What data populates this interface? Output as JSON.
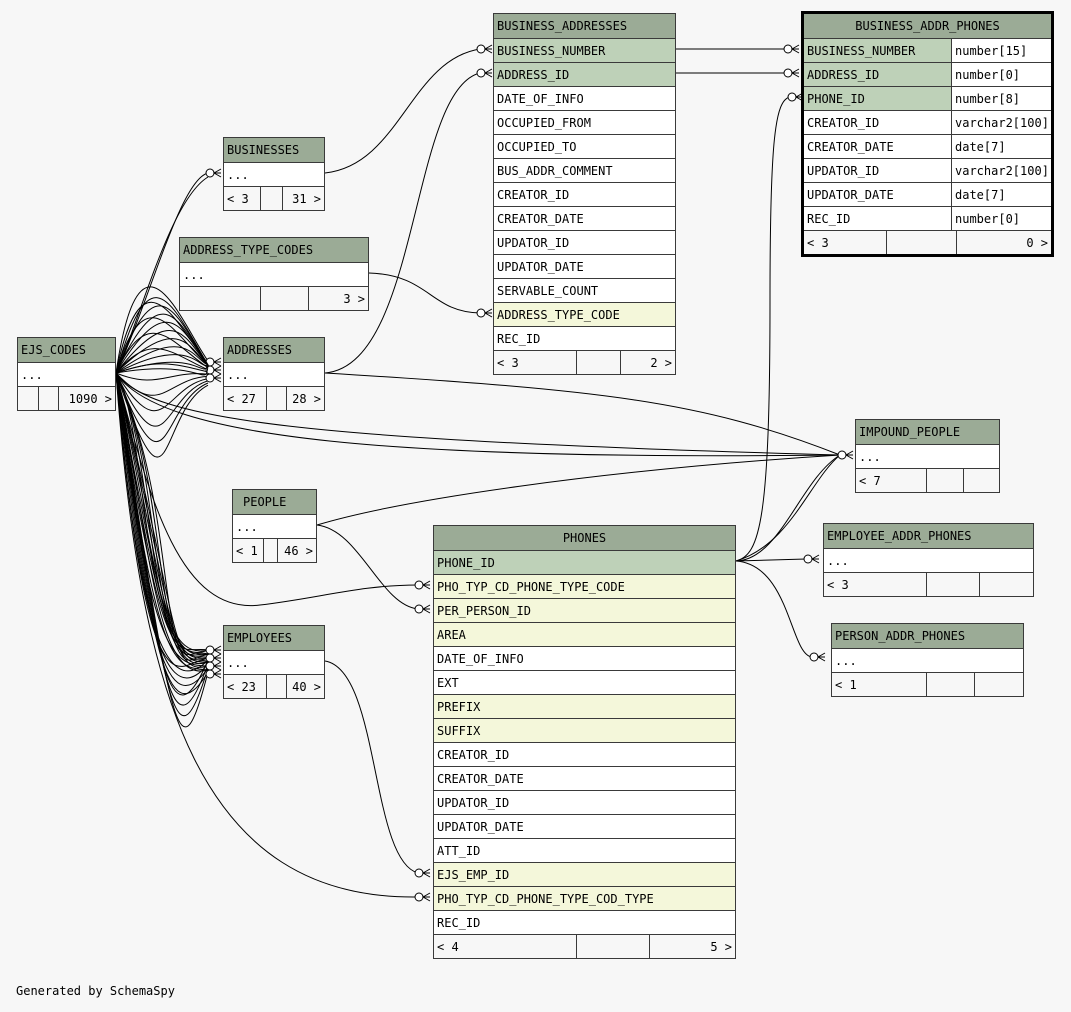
{
  "footer": "Generated by SchemaSpy",
  "tables": {
    "business_addresses": {
      "title": "BUSINESS_ADDRESSES",
      "columns": [
        "BUSINESS_NUMBER",
        "ADDRESS_ID",
        "DATE_OF_INFO",
        "OCCUPIED_FROM",
        "OCCUPIED_TO",
        "BUS_ADDR_COMMENT",
        "CREATOR_ID",
        "CREATOR_DATE",
        "UPDATOR_ID",
        "UPDATOR_DATE",
        "SERVABLE_COUNT",
        "ADDRESS_TYPE_CODE",
        "REC_ID"
      ],
      "foot": [
        "< 3",
        "",
        "2 >"
      ]
    },
    "business_addr_phones": {
      "title": "BUSINESS_ADDR_PHONES",
      "columns": [
        {
          "name": "BUSINESS_NUMBER",
          "type": "number[15]"
        },
        {
          "name": "ADDRESS_ID",
          "type": "number[0]"
        },
        {
          "name": "PHONE_ID",
          "type": "number[8]"
        },
        {
          "name": "CREATOR_ID",
          "type": "varchar2[100]"
        },
        {
          "name": "CREATOR_DATE",
          "type": "date[7]"
        },
        {
          "name": "UPDATOR_ID",
          "type": "varchar2[100]"
        },
        {
          "name": "UPDATOR_DATE",
          "type": "date[7]"
        },
        {
          "name": "REC_ID",
          "type": "number[0]"
        }
      ],
      "foot": [
        "< 3",
        "",
        "0 >"
      ]
    },
    "businesses": {
      "title": "BUSINESSES",
      "body": "...",
      "foot": [
        "< 3",
        "",
        "31 >"
      ]
    },
    "address_type_codes": {
      "title": "ADDRESS_TYPE_CODES",
      "body": "...",
      "foot": [
        "",
        "",
        "3 >"
      ]
    },
    "ejs_codes": {
      "title": "EJS_CODES",
      "body": "...",
      "foot": [
        "",
        "",
        "1090 >"
      ]
    },
    "addresses": {
      "title": "ADDRESSES",
      "body": "...",
      "foot": [
        "< 27",
        "",
        "28 >"
      ]
    },
    "impound_people": {
      "title": "IMPOUND_PEOPLE",
      "body": "...",
      "foot": [
        "< 7",
        "",
        ""
      ]
    },
    "people": {
      "title": "PEOPLE",
      "body": "...",
      "foot": [
        "< 1",
        "",
        "46 >"
      ]
    },
    "employee_addr_phones": {
      "title": "EMPLOYEE_ADDR_PHONES",
      "body": "...",
      "foot": [
        "< 3",
        "",
        ""
      ]
    },
    "person_addr_phones": {
      "title": "PERSON_ADDR_PHONES",
      "body": "...",
      "foot": [
        "< 1",
        "",
        ""
      ]
    },
    "employees": {
      "title": "EMPLOYEES",
      "body": "...",
      "foot": [
        "< 23",
        "",
        "40 >"
      ]
    },
    "phones": {
      "title": "PHONES",
      "columns": [
        "PHONE_ID",
        "PHO_TYP_CD_PHONE_TYPE_CODE",
        "PER_PERSON_ID",
        "AREA",
        "DATE_OF_INFO",
        "EXT",
        "PREFIX",
        "SUFFIX",
        "CREATOR_ID",
        "CREATOR_DATE",
        "UPDATOR_ID",
        "UPDATOR_DATE",
        "ATT_ID",
        "EJS_EMP_ID",
        "PHO_TYP_CD_PHONE_TYPE_COD_TYPE",
        "REC_ID"
      ],
      "foot": [
        "< 4",
        "",
        "5 >"
      ]
    }
  }
}
